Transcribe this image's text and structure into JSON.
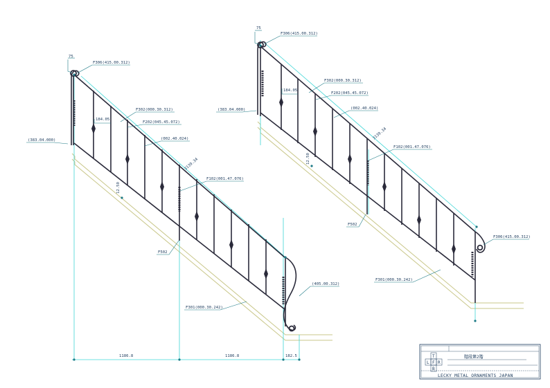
{
  "colors": {
    "ironwork": "#2a2a3a",
    "leader": "#1d7a86",
    "centerline": "#3fd6d6",
    "stair": "#c9c78a",
    "text": "#1b3a5c"
  },
  "left_railing": {
    "labels": {
      "top_post": "F306(415.00.312)",
      "top_width": "75",
      "handrail": "F302(000.30.312)",
      "spacing": "184.05",
      "picket": "F202(045.45.072)",
      "baluster": "(002.40.024)",
      "length": "3139.34",
      "collar": "F102(001.47.076)",
      "height": "(383.04.000)",
      "post": "F502",
      "bottom_rail": "F301(000.30.242)",
      "bottom_scroll": "(405.00.312)"
    },
    "dimensions": [
      "1186.8",
      "1186.8",
      "182.5"
    ]
  },
  "right_railing": {
    "labels": {
      "top_post": "F306(415.00.312)",
      "top_width": "75",
      "handrail": "F302(000.30.312)",
      "spacing": "184.05",
      "picket": "F202(045.45.072)",
      "baluster": "(002.40.024)",
      "length": "3139.34",
      "collar": "F102(001.47.076)",
      "height": "(383.04.000)",
      "post": "F502",
      "bottom_rail": "F301(000.30.242)",
      "end_scroll": "F306(415.00.312)"
    }
  },
  "title_block": {
    "title": "階段第2階",
    "brand": "LECKY METAL ORNAMENTS JAPAN",
    "grid_letters": [
      "T",
      "L",
      "F",
      "R",
      "B"
    ]
  }
}
